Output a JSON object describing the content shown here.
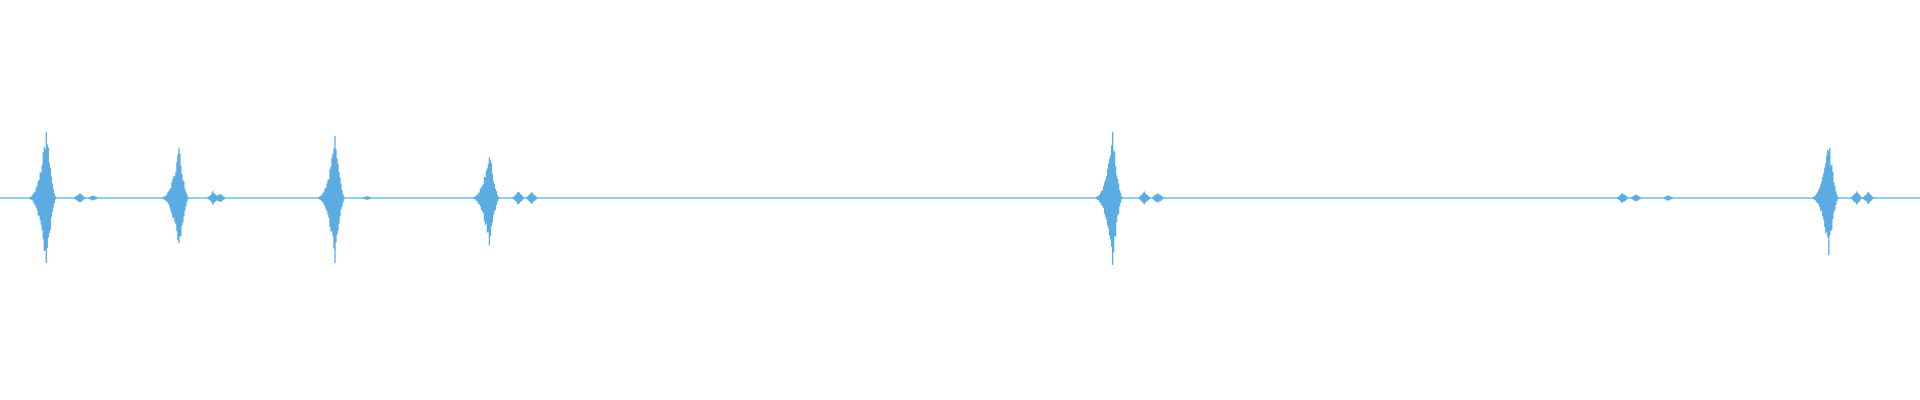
{
  "waveform": {
    "color": "#5aace3",
    "background": "#ffffff",
    "events": [
      {
        "t": 0.0241,
        "amp_up": 0.37,
        "amp_down": 0.37
      },
      {
        "t": 0.0932,
        "amp_up": 0.27,
        "amp_down": 0.28
      },
      {
        "t": 0.1745,
        "amp_up": 0.33,
        "amp_down": 0.33
      },
      {
        "t": 0.2549,
        "amp_up": 0.25,
        "amp_down": 0.26
      },
      {
        "t": 0.5795,
        "amp_up": 0.34,
        "amp_down": 0.35
      },
      {
        "t": 0.9525,
        "amp_up": 0.3,
        "amp_down": 0.29
      }
    ],
    "echoes": [
      {
        "t": 0.0415,
        "amp": 0.025
      },
      {
        "t": 0.0485,
        "amp": 0.015
      },
      {
        "t": 0.111,
        "amp": 0.035
      },
      {
        "t": 0.1145,
        "amp": 0.025
      },
      {
        "t": 0.1912,
        "amp": 0.01
      },
      {
        "t": 0.27,
        "amp": 0.035
      },
      {
        "t": 0.277,
        "amp": 0.03
      },
      {
        "t": 0.596,
        "amp": 0.035
      },
      {
        "t": 0.603,
        "amp": 0.03
      },
      {
        "t": 0.845,
        "amp": 0.03
      },
      {
        "t": 0.852,
        "amp": 0.02
      },
      {
        "t": 0.869,
        "amp": 0.015
      },
      {
        "t": 0.967,
        "amp": 0.035
      },
      {
        "t": 0.973,
        "amp": 0.03
      }
    ]
  }
}
